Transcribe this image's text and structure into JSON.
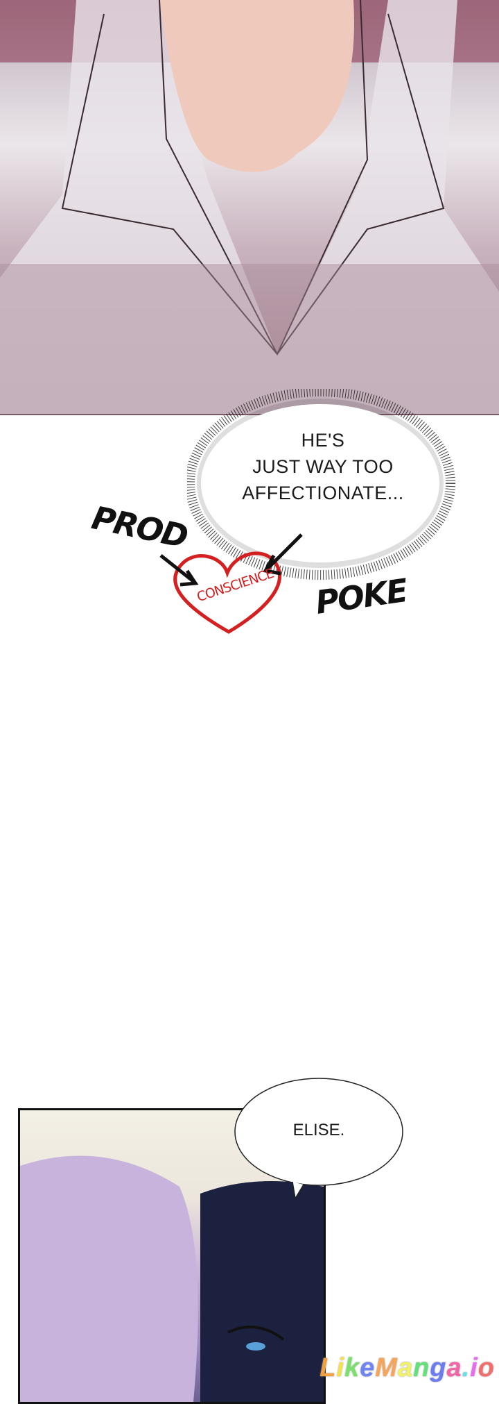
{
  "panel1": {
    "bubble_text_lines": [
      "HE'S",
      "JUST WAY TOO",
      "AFFECTIONATE..."
    ]
  },
  "sfx": {
    "prod": "PROD",
    "poke": "POKE",
    "heart_label": "CONSCIENCE"
  },
  "panel2": {
    "bubble_text": "ELISE."
  },
  "watermark": {
    "text": "LikeManga.io",
    "colors": [
      "#f0a040",
      "#f5e14a",
      "#7be06a",
      "#6f86f2",
      "#f6a65a",
      "#f2f266",
      "#64e07a",
      "#6a7cf0",
      "#f266a8",
      "#66e0e8",
      "#e86af0",
      "#f06e6e"
    ]
  }
}
